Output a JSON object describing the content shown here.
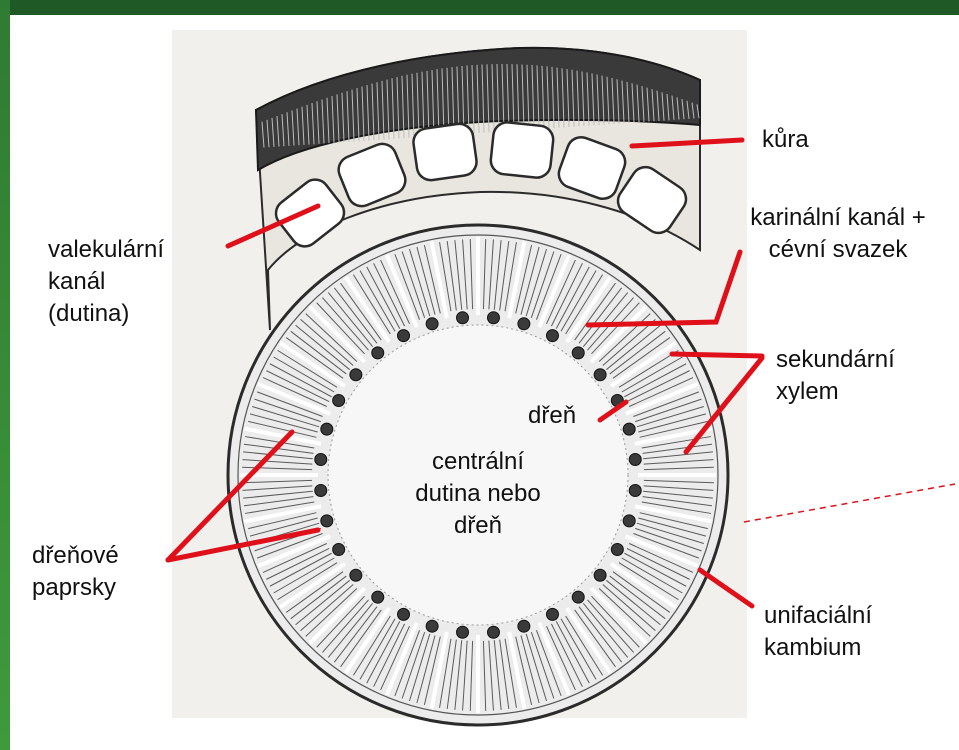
{
  "colors": {
    "background": "#ffffff",
    "frame": "#1f5a26",
    "leader_line": "#e0101a",
    "drawing_ink": "#2b2b2b"
  },
  "labels": {
    "kura": "kůra",
    "karinalni_line1": "karinální kanál +",
    "karinalni_line2": "cévní svazek",
    "valekularni_line1": "valekulární",
    "valekularni_line2": "kanál",
    "valekularni_line3": "(dutina)",
    "sekundarni_line1": "sekundární",
    "sekundarni_line2": "xylem",
    "dren": "dřeň",
    "centralni_line1": "centrální",
    "centralni_line2": "dutina nebo",
    "centralni_line3": "dřeň",
    "drenove_line1": "dřeňové",
    "drenove_line2": "paprsky",
    "unifacialni_line1": "unifaciální",
    "unifacialni_line2": "kambium"
  }
}
